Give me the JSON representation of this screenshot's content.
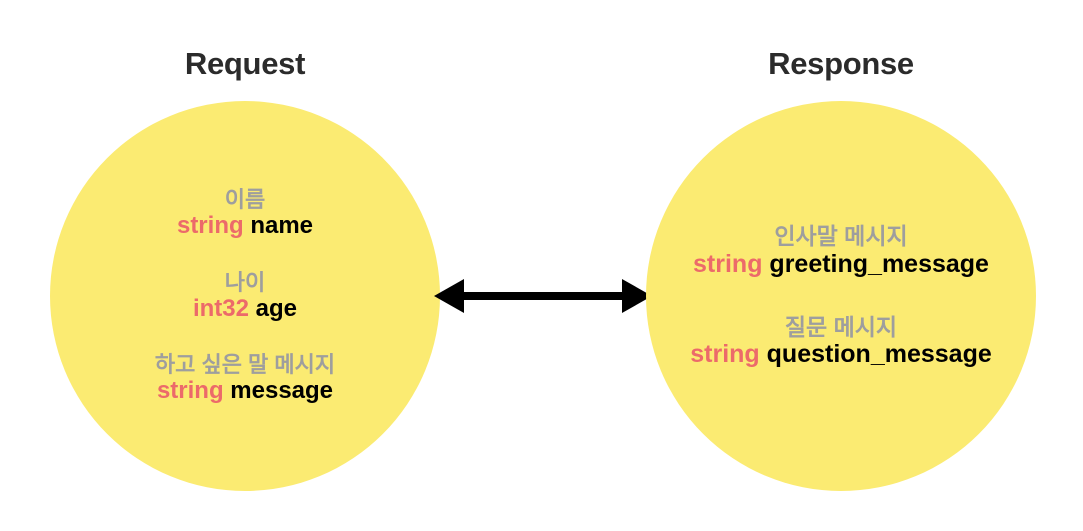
{
  "diagram": {
    "background_color": "#ffffff",
    "circle_color": "#fbeb72",
    "type_color": "#ec6a6a",
    "name_color": "#000000",
    "desc_color": "#9e9e9e",
    "title_color": "#2b2b2b",
    "arrow_color": "#000000",
    "connector": {
      "icon": "double-headed-arrow",
      "direction": "bidirectional"
    },
    "nodes": [
      {
        "id": "request",
        "title": "Request",
        "fields": [
          {
            "desc": "이름",
            "type": "string",
            "name": "name"
          },
          {
            "desc": "나이",
            "type": "int32",
            "name": "age"
          },
          {
            "desc": "하고 싶은 말 메시지",
            "type": "string",
            "name": "message"
          }
        ]
      },
      {
        "id": "response",
        "title": "Response",
        "fields": [
          {
            "desc": "인사말 메시지",
            "type": "string",
            "name": "greeting_message"
          },
          {
            "desc": "질문 메시지",
            "type": "string",
            "name": "question_message"
          }
        ]
      }
    ]
  }
}
